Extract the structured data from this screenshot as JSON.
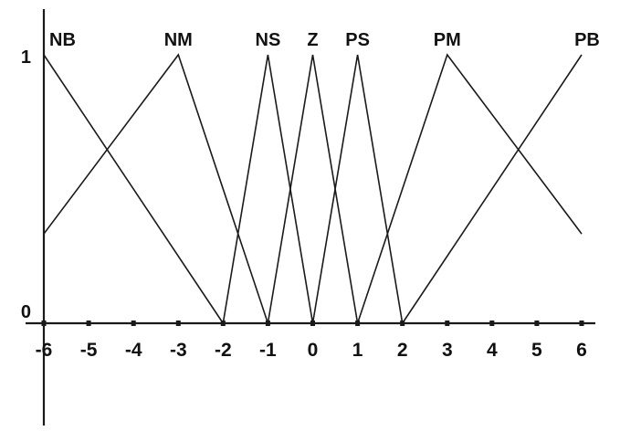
{
  "chart_data": {
    "type": "line",
    "title": "",
    "xlabel": "",
    "ylabel": "",
    "xlim": [
      -6,
      6
    ],
    "ylim": [
      0,
      1
    ],
    "grid": false,
    "legend": "none",
    "line_color": "#1a1a1a",
    "x_ticks": [
      -6,
      -5,
      -4,
      -3,
      -2,
      -1,
      0,
      1,
      2,
      3,
      4,
      5,
      6
    ],
    "x_tick_labels": [
      "-6",
      "-5",
      "-4",
      "-3",
      "-2",
      "-1",
      "0",
      "1",
      "2",
      "3",
      "4",
      "5",
      "6"
    ],
    "y_ticks": [
      0,
      1
    ],
    "y_tick_labels": [
      "0",
      "1"
    ],
    "series": [
      {
        "name": "NB",
        "x": [
          -6,
          -2
        ],
        "y": [
          1,
          0
        ]
      },
      {
        "name": "NM",
        "x": [
          -6,
          -3,
          -1
        ],
        "y": [
          0.333,
          1,
          0
        ]
      },
      {
        "name": "NS",
        "x": [
          -2,
          -1,
          0
        ],
        "y": [
          0,
          1,
          0
        ]
      },
      {
        "name": "Z",
        "x": [
          -1,
          0,
          1
        ],
        "y": [
          0,
          1,
          0
        ]
      },
      {
        "name": "PS",
        "x": [
          0,
          1,
          2
        ],
        "y": [
          0,
          1,
          0
        ]
      },
      {
        "name": "PM",
        "x": [
          1,
          3,
          6
        ],
        "y": [
          0,
          1,
          0.333
        ]
      },
      {
        "name": "PB",
        "x": [
          2,
          6
        ],
        "y": [
          0,
          1
        ]
      }
    ]
  }
}
